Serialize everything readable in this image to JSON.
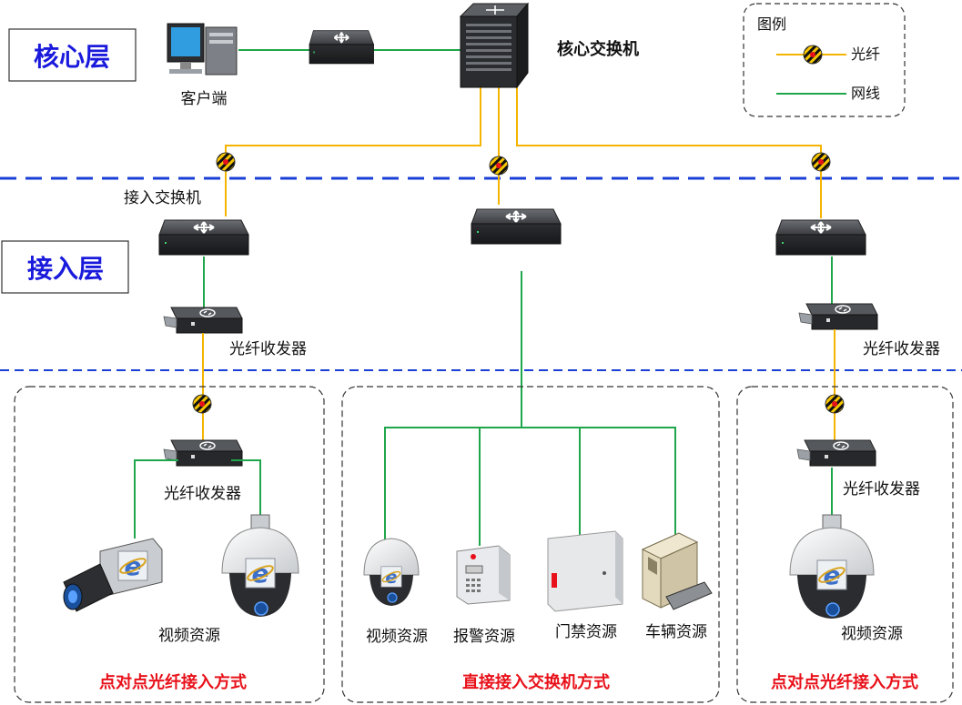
{
  "layers": {
    "core": "核心层",
    "access": "接入层"
  },
  "labels": {
    "client": "客户端",
    "core_switch": "核心交换机",
    "access_switch": "接入交换机",
    "transceiver_left": "光纤收发器",
    "transceiver_right": "光纤收发器",
    "transceiver_box1": "光纤收发器",
    "transceiver_box3": "光纤收发器",
    "video_box1": "视频资源",
    "video_box2": "视频资源",
    "alarm_box2": "报警资源",
    "door_box2": "门禁资源",
    "vehicle_box2": "车辆资源",
    "video_box3": "视频资源"
  },
  "modes": {
    "left": "点对点光纤接入方式",
    "middle": "直接接入交换机方式",
    "right": "点对点光纤接入方式"
  },
  "legend": {
    "title": "图例",
    "fiber": "光纤",
    "network": "网线"
  },
  "colors": {
    "layer_text": "#1a1adc",
    "mode_text": "#e8111a",
    "fiber_line": "#f4b400",
    "network_line": "#1fa64a",
    "divider": "#1a3fd6"
  }
}
